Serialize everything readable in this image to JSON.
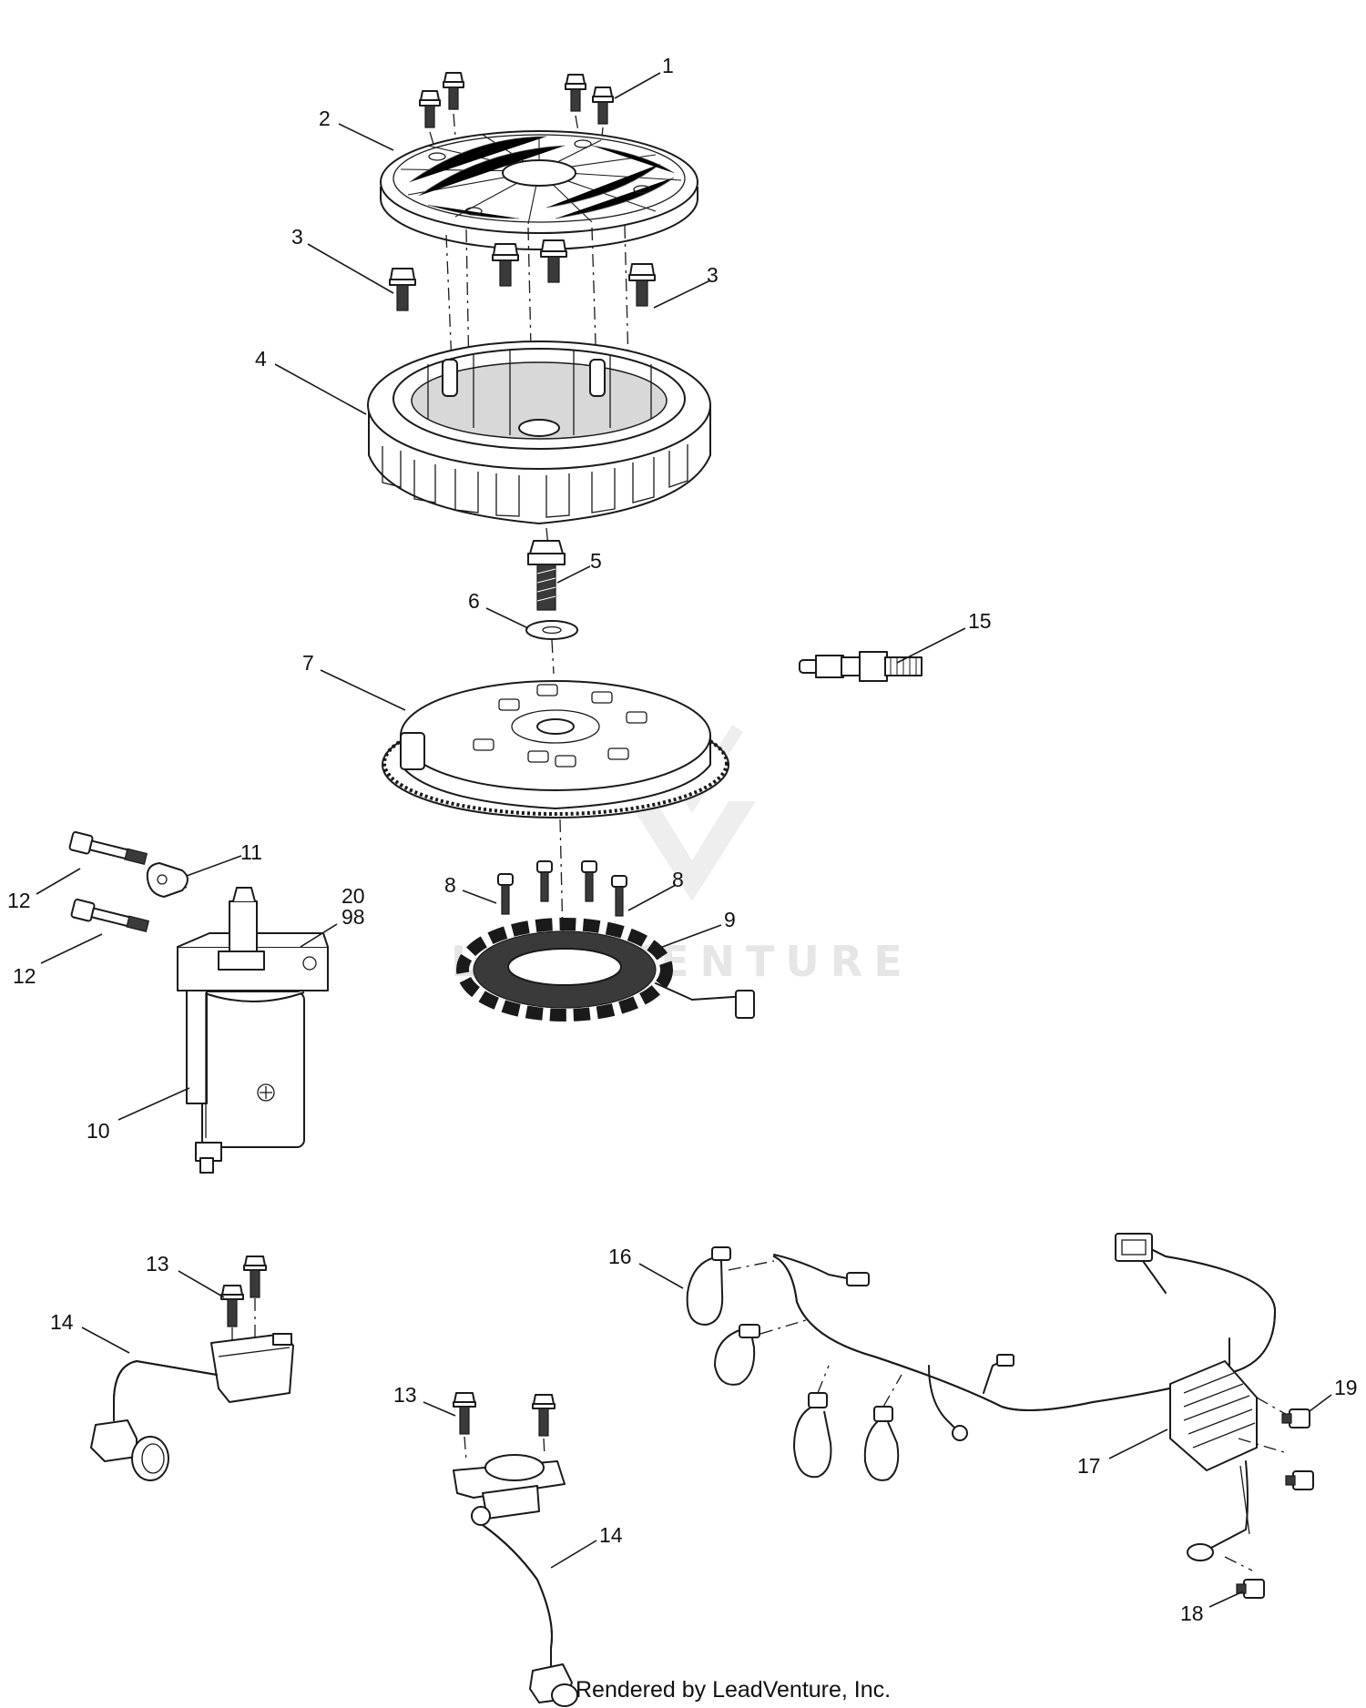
{
  "callouts": [
    {
      "id": "c1",
      "label": "1"
    },
    {
      "id": "c2",
      "label": "2"
    },
    {
      "id": "c3a",
      "label": "3"
    },
    {
      "id": "c3b",
      "label": "3"
    },
    {
      "id": "c4",
      "label": "4"
    },
    {
      "id": "c5",
      "label": "5"
    },
    {
      "id": "c6",
      "label": "6"
    },
    {
      "id": "c7",
      "label": "7"
    },
    {
      "id": "c8a",
      "label": "8"
    },
    {
      "id": "c8b",
      "label": "8"
    },
    {
      "id": "c9",
      "label": "9"
    },
    {
      "id": "c10",
      "label": "10"
    },
    {
      "id": "c11",
      "label": "11"
    },
    {
      "id": "c12a",
      "label": "12"
    },
    {
      "id": "c12b",
      "label": "12"
    },
    {
      "id": "c13a",
      "label": "13"
    },
    {
      "id": "c13b",
      "label": "13"
    },
    {
      "id": "c14a",
      "label": "14"
    },
    {
      "id": "c14b",
      "label": "14"
    },
    {
      "id": "c15",
      "label": "15"
    },
    {
      "id": "c16",
      "label": "16"
    },
    {
      "id": "c17",
      "label": "17"
    },
    {
      "id": "c18",
      "label": "18"
    },
    {
      "id": "c19",
      "label": "19"
    },
    {
      "id": "c20",
      "label": "20"
    },
    {
      "id": "c98",
      "label": "98"
    }
  ],
  "watermark": "LEADVENTURE",
  "credit": "Rendered by LeadVenture, Inc.",
  "colors": {
    "line": "#1a1a1a",
    "background": "#ffffff",
    "watermark": "#e6e6e6"
  }
}
